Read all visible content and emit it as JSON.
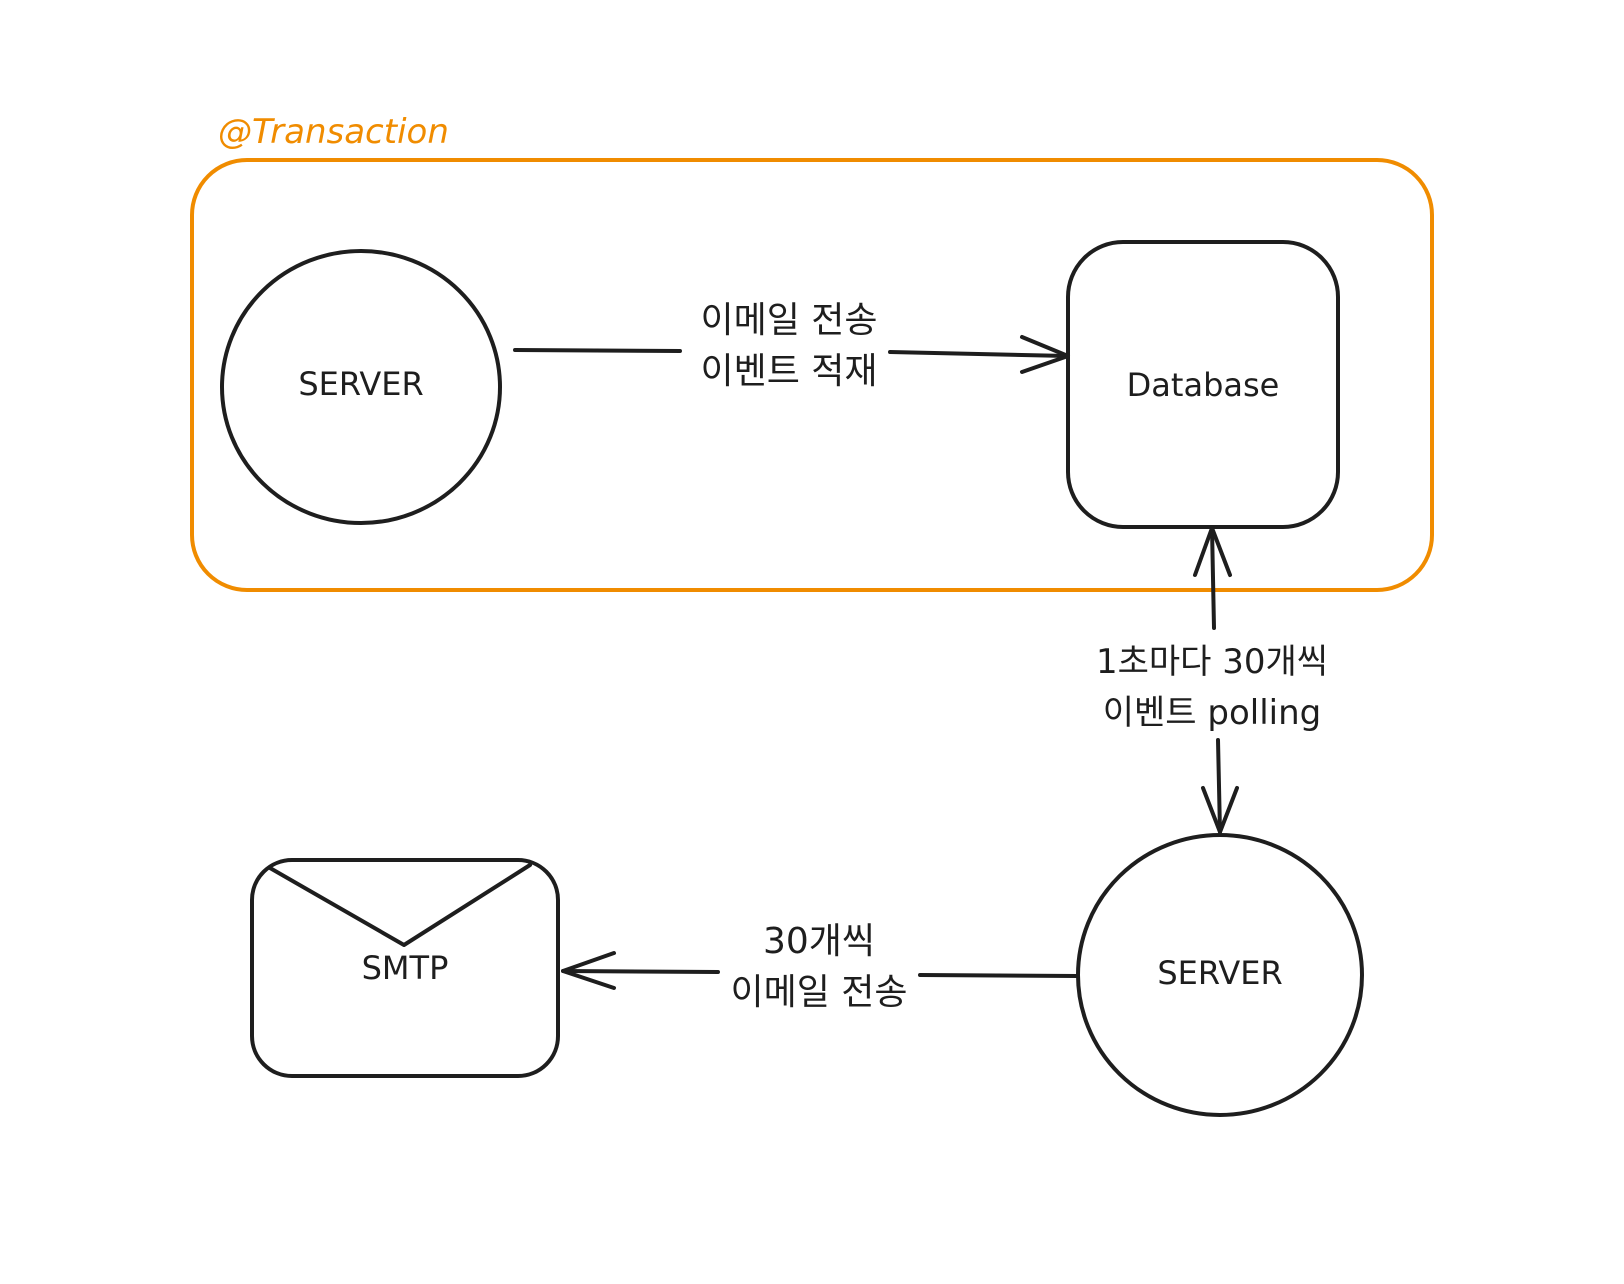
{
  "transaction_label": "@Transaction",
  "nodes": {
    "server_top": "SERVER",
    "database": "Database",
    "server_bottom": "SERVER",
    "smtp": "SMTP"
  },
  "edges": {
    "server_to_db": [
      "이메일 전송",
      "이벤트 적재"
    ],
    "db_polling": [
      "1초마다 30개씩",
      "이벤트 polling"
    ],
    "server_to_smtp": [
      "30개씩",
      "이메일 전송"
    ]
  },
  "colors": {
    "stroke": "#1e1e1e",
    "transaction": "#f08c00",
    "background": "#ffffff"
  }
}
